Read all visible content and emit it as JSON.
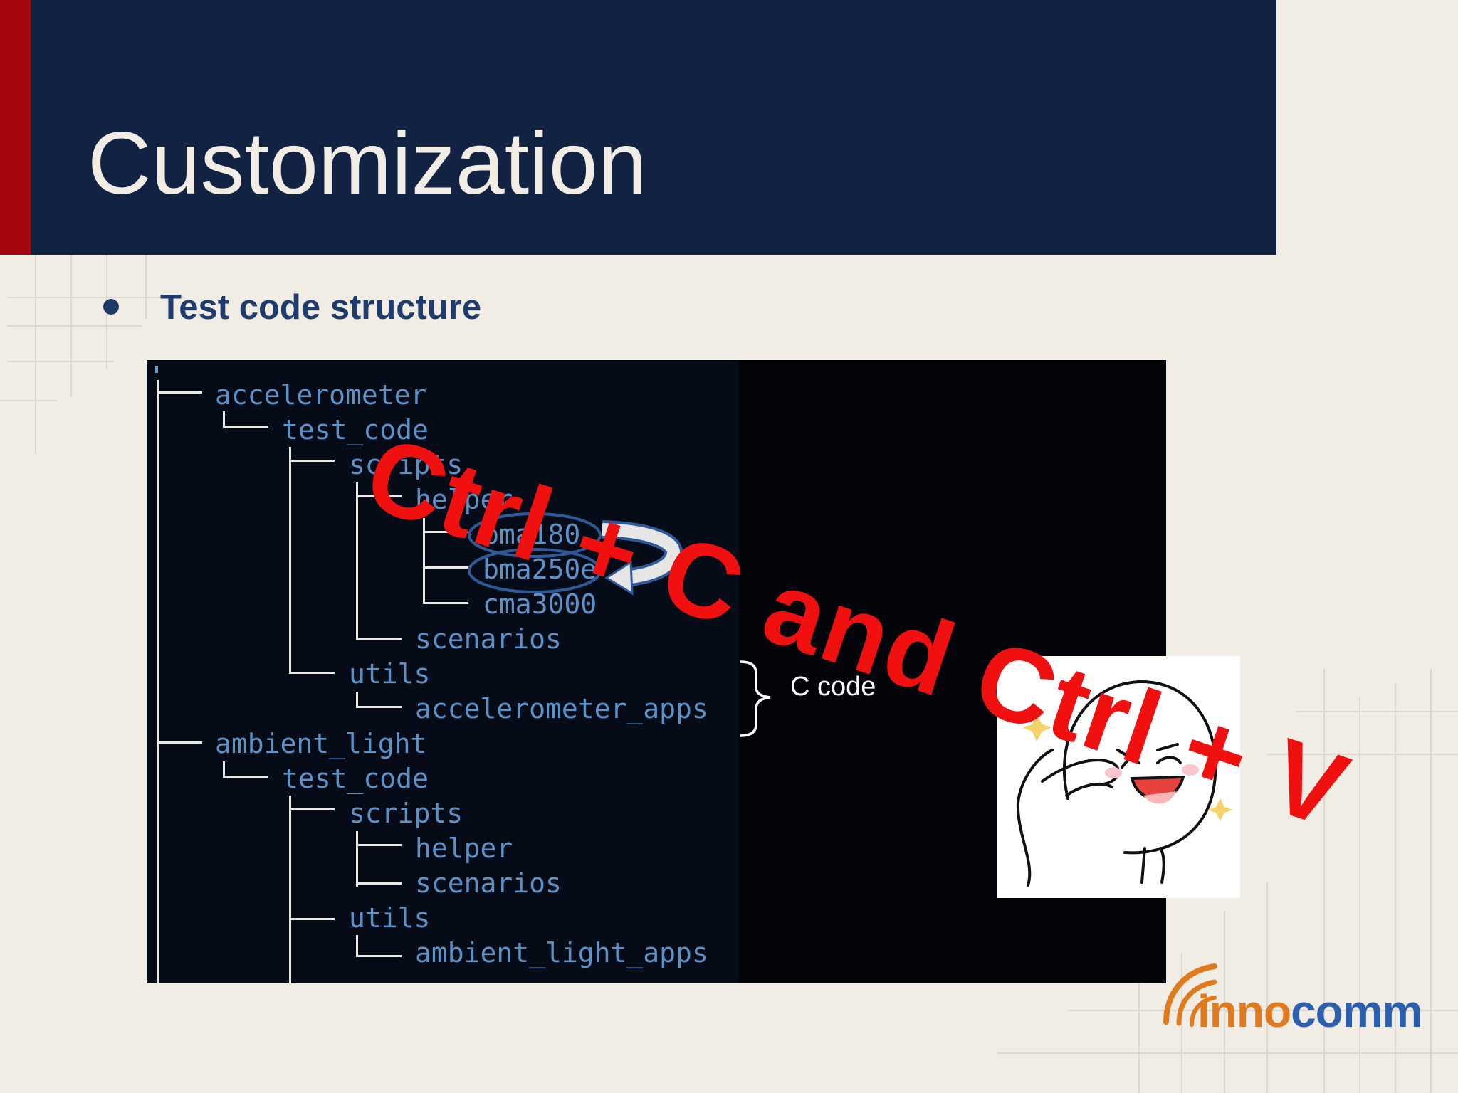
{
  "slide": {
    "title": "Customization",
    "bullet": "Test code structure"
  },
  "tree": {
    "lines": [
      "accelerometer",
      "test_code",
      "scripts",
      "helper",
      "bma180",
      "bma250e",
      "cma3000",
      "scenarios",
      "utils",
      "accelerometer_apps",
      "ambient_light",
      "test_code",
      "scripts",
      "helper",
      "scenarios",
      "utils",
      "ambient_light_apps"
    ]
  },
  "annotation": {
    "brace_label": "C code",
    "overlay": "Ctrl + C and Ctrl + V"
  },
  "logo": {
    "part1": "inno",
    "part2": "comm"
  },
  "colors": {
    "header": "#112242",
    "accent_red": "#a4070e",
    "overlay_red": "#f01010",
    "tree_text": "#5c92c7",
    "bullet_text": "#1f3c6e"
  },
  "icons": [
    "copy-arrow-icon",
    "wink-sticker-icon",
    "innocomm-arc-icon"
  ]
}
